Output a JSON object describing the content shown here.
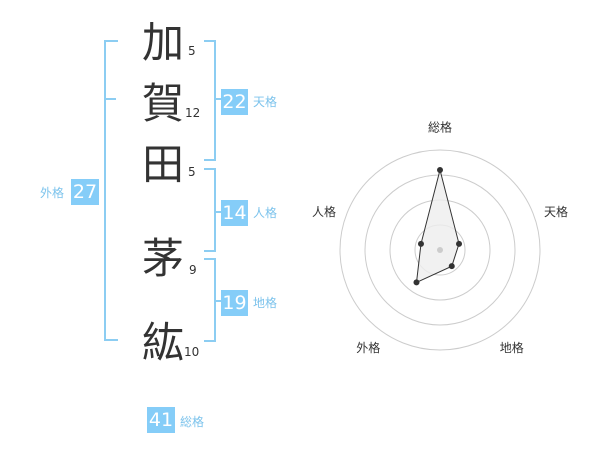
{
  "characters": [
    {
      "char": "加",
      "strokes": "5"
    },
    {
      "char": "賀",
      "strokes": "12"
    },
    {
      "char": "田",
      "strokes": "5"
    },
    {
      "char": "茅",
      "strokes": "9"
    },
    {
      "char": "紘",
      "strokes": "10"
    }
  ],
  "scores": {
    "tenkaku": {
      "value": "22",
      "label": "天格"
    },
    "jinkaku": {
      "value": "14",
      "label": "人格"
    },
    "chikaku": {
      "value": "19",
      "label": "地格"
    },
    "gaikaku": {
      "value": "27",
      "label": "外格"
    },
    "soukaku": {
      "value": "41",
      "label": "総格"
    }
  },
  "chart_data": {
    "type": "radar",
    "axes": [
      "総格",
      "天格",
      "地格",
      "外格",
      "人格"
    ],
    "values": [
      4,
      1,
      1,
      2,
      1
    ],
    "range": [
      0,
      5
    ],
    "grid_rings": 4,
    "colors": {
      "line": "#333333",
      "fill": "#eeeeee",
      "grid": "#cccccc"
    }
  }
}
